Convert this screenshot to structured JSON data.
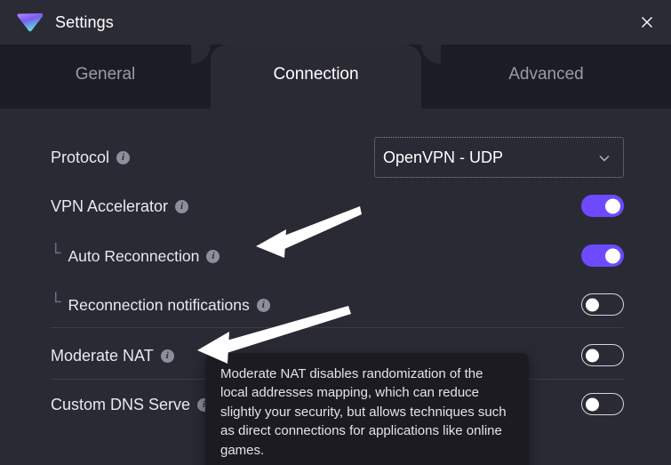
{
  "window": {
    "title": "Settings",
    "logo_icon": "protonvpn-logo-icon",
    "close_icon": "close-icon"
  },
  "tabs": [
    {
      "id": "general",
      "label": "General",
      "active": false
    },
    {
      "id": "connection",
      "label": "Connection",
      "active": true
    },
    {
      "id": "advanced",
      "label": "Advanced",
      "active": false
    }
  ],
  "settings": {
    "protocol": {
      "label": "Protocol",
      "info_icon": "info-icon",
      "dropdown": {
        "value": "OpenVPN - UDP",
        "chevron_icon": "chevron-down-icon"
      }
    },
    "vpn_accelerator": {
      "label": "VPN Accelerator",
      "info_icon": "info-icon",
      "toggle": "on"
    },
    "auto_reconnection": {
      "tree_mark": "└",
      "label": "Auto Reconnection",
      "info_icon": "info-icon",
      "toggle": "on"
    },
    "reconnection_notifications": {
      "tree_mark": "└",
      "label": "Reconnection notifications",
      "info_icon": "info-icon",
      "toggle": "off"
    },
    "moderate_nat": {
      "label": "Moderate NAT",
      "info_icon": "info-icon",
      "toggle": "off"
    },
    "custom_dns": {
      "label": "Custom DNS Serve",
      "info_icon": "info-icon",
      "toggle": "off"
    }
  },
  "tooltip": {
    "text": "Moderate NAT disables randomization of the local addresses mapping, which can reduce slightly your security, but allows techniques such as direct connections for applications like online games."
  },
  "annotations": {
    "arrow_1": "arrow-pointing-to-auto-reconnection-info-icon",
    "arrow_2": "arrow-pointing-to-moderate-nat-info-icon"
  },
  "colors": {
    "accent": "#6d4aff",
    "window_bg": "#2a2a35",
    "titlebar_bg": "#2b2b36",
    "tabstrip_bg": "#1c1c24",
    "tooltip_bg": "#1b1b21",
    "text_primary": "#e9e9ef",
    "text_muted": "#9b9ba6"
  }
}
